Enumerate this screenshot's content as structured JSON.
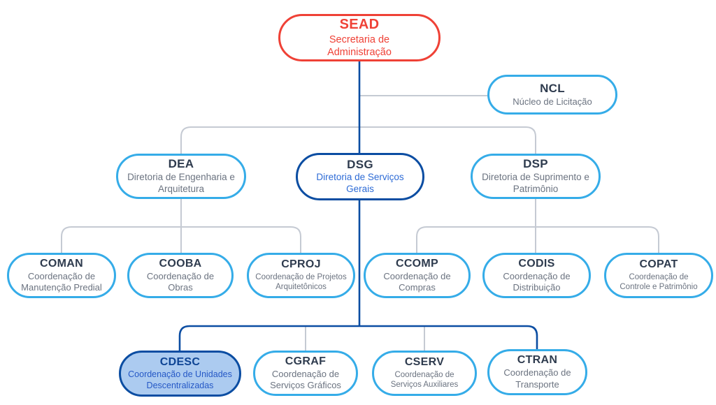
{
  "diagram_type": "org-chart",
  "palette": {
    "accent_red": "#EF4136",
    "accent_blue": "#35ACE8",
    "navy": "#0B4DA2",
    "highlight_fill": "#ACCBF0",
    "connector_gray": "#C5CAD3",
    "title_text": "#2E3B4E",
    "subtitle_text": "#6B7380",
    "link_blue": "#2D6BD6"
  },
  "nodes": {
    "sead": {
      "title": "SEAD",
      "subtitle": "Secretaria de Administração"
    },
    "ncl": {
      "title": "NCL",
      "subtitle": "Núcleo de Licitação"
    },
    "dea": {
      "title": "DEA",
      "subtitle": "Diretoria de Engenharia e Arquitetura"
    },
    "dsg": {
      "title": "DSG",
      "subtitle": "Diretoria de Serviços Gerais"
    },
    "dsp": {
      "title": "DSP",
      "subtitle": "Diretoria de Suprimento e Patrimônio"
    },
    "coman": {
      "title": "COMAN",
      "subtitle": "Coordenação de Manutenção Predial"
    },
    "cooba": {
      "title": "COOBA",
      "subtitle": "Coordenação de Obras"
    },
    "cproj": {
      "title": "CPROJ",
      "subtitle": "Coordenação de Projetos Arquitetônicos"
    },
    "ccomp": {
      "title": "CCOMP",
      "subtitle": "Coordenação de Compras"
    },
    "codis": {
      "title": "CODIS",
      "subtitle": "Coordenação de Distribuição"
    },
    "copat": {
      "title": "COPAT",
      "subtitle": "Coordenação de Controle e Patrimônio"
    },
    "cdesc": {
      "title": "CDESC",
      "subtitle": "Coordenação de Unidades Descentralizadas"
    },
    "cgraf": {
      "title": "CGRAF",
      "subtitle": "Coordenação de Serviços Gráficos"
    },
    "cserv": {
      "title": "CSERV",
      "subtitle": "Coordenação de Serviços Auxiliares"
    },
    "ctran": {
      "title": "CTRAN",
      "subtitle": "Coordenação de Transporte"
    }
  },
  "edges": [
    {
      "from": "SEAD",
      "to": "NCL"
    },
    {
      "from": "SEAD",
      "to": "DEA"
    },
    {
      "from": "SEAD",
      "to": "DSG"
    },
    {
      "from": "SEAD",
      "to": "DSP"
    },
    {
      "from": "DEA",
      "to": "COMAN"
    },
    {
      "from": "DEA",
      "to": "COOBA"
    },
    {
      "from": "DEA",
      "to": "CPROJ"
    },
    {
      "from": "DSP",
      "to": "CCOMP"
    },
    {
      "from": "DSP",
      "to": "CODIS"
    },
    {
      "from": "DSP",
      "to": "COPAT"
    },
    {
      "from": "DSG",
      "to": "CDESC"
    },
    {
      "from": "DSG",
      "to": "CGRAF"
    },
    {
      "from": "DSG",
      "to": "CSERV"
    },
    {
      "from": "DSG",
      "to": "CTRAN"
    }
  ],
  "highlighted_path": [
    "SEAD",
    "DSG",
    "CDESC"
  ]
}
